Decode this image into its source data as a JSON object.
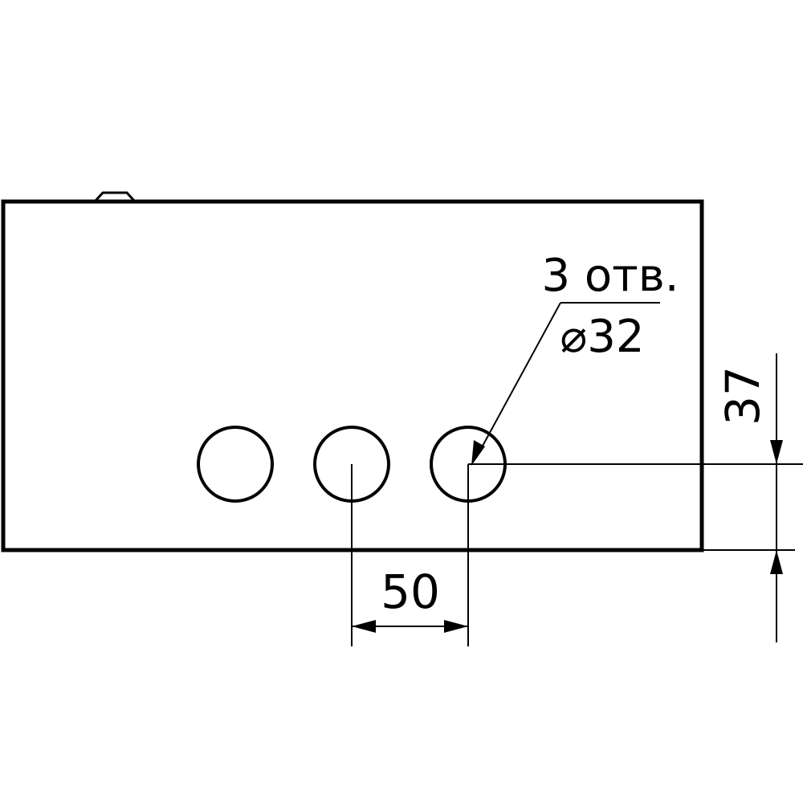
{
  "annotation": {
    "count_label": "3 отв.",
    "diameter_label": "⌀32"
  },
  "dimensions": {
    "hole_spacing": "50",
    "hole_offset_from_edge": "37"
  },
  "colors": {
    "line": "#000000",
    "background": "#ffffff"
  }
}
